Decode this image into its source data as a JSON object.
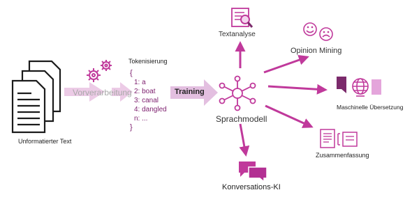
{
  "input": {
    "label": "Unformatierter Text",
    "icon": "documents-icon"
  },
  "preprocessing": {
    "label": "Vorverarbeitung",
    "icon": "gears-icon"
  },
  "tokens": {
    "title": "Tokenisierung",
    "open": "{",
    "items": [
      "1: a",
      "2: boat",
      "3: canal",
      "4: dangled",
      "n: ..."
    ],
    "close": "}"
  },
  "training": {
    "label": "Training"
  },
  "model": {
    "label": "Sprachmodell",
    "icon": "network-hub-icon"
  },
  "outputs": {
    "text_analysis": "Textanalyse",
    "opinion_mining": "Opinion Mining",
    "translation": "Maschinelle Übersetzung",
    "summarization": "Zusammenfassung",
    "conversational_ai": "Konversations-KI"
  },
  "colors": {
    "accent": "#c0399b",
    "accent_dark": "#7b2a6b",
    "arrow_light": "#e9c3e3",
    "text_dark": "#222222",
    "text_muted": "#a8a8a8",
    "token_text": "#7d1f6e"
  }
}
